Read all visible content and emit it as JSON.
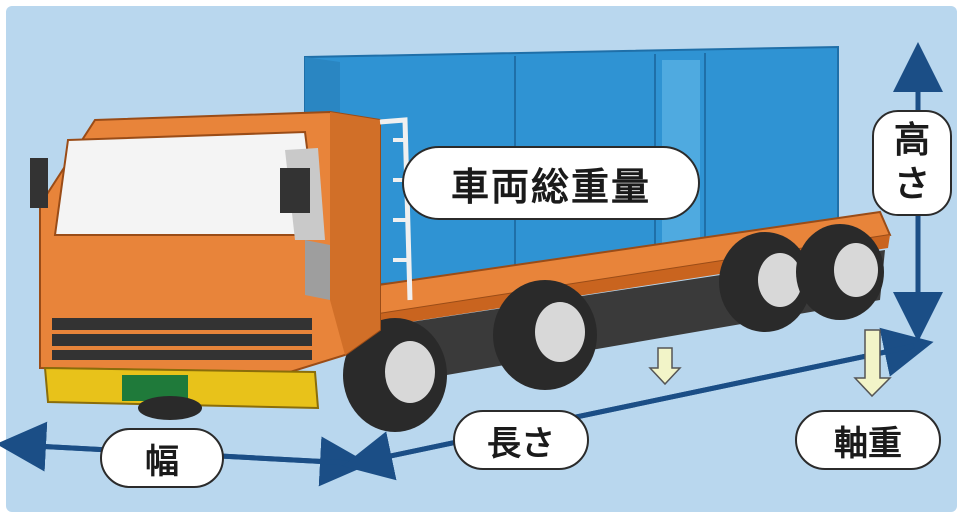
{
  "labels": {
    "gross_vehicle_weight": "車両総重量",
    "width": "幅",
    "length": "長さ",
    "height_line1": "高",
    "height_line2": "さ",
    "axle_load": "軸重"
  },
  "colors": {
    "background": "#b9d7ee",
    "cab_orange": "#e8843a",
    "container_blue": "#2f93d3",
    "arrow_navy": "#1b4e86",
    "bumper_yellow": "#e8c21a",
    "plate_green": "#1f7a3a",
    "tire_dark": "#2a2a2a",
    "axle_arrow_fill": "#f2f4c8"
  },
  "icons": [
    "width-arrow-icon",
    "length-arrow-icon",
    "height-arrow-icon",
    "axle-load-arrow-icon"
  ]
}
